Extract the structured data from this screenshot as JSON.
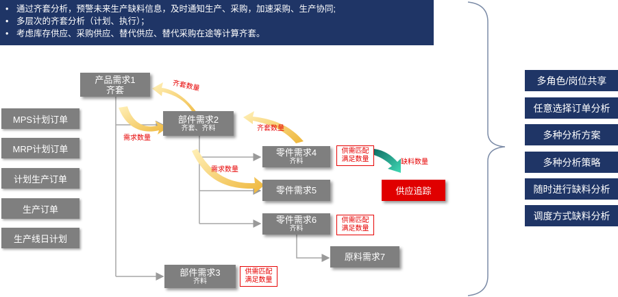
{
  "banner": {
    "bullet": "•",
    "lines": [
      "通过齐套分析，预警未来生产缺料信息，及时通知生产、采购，加速采购、生产协同;",
      "多层次的齐套分析（计划、执行）；",
      "考虑库存供应、采购供应、替代供应、替代采购在途等计算齐套。"
    ]
  },
  "left_items": [
    "MPS计划订单",
    "MRP计划订单",
    "计划生产订单",
    "生产订单",
    "生产线日计划"
  ],
  "right_items": [
    "多角色/岗位共享",
    "任意选择订单分析",
    "多种分析方案",
    "多种分析策略",
    "随时进行缺料分析",
    "调度方式缺料分析"
  ],
  "nodes": {
    "n1": {
      "title": "产品需求1",
      "sub": "齐套"
    },
    "n2": {
      "title": "部件需求2",
      "sub": "齐套、齐料"
    },
    "n3": {
      "title": "部件需求3",
      "sub": "齐料"
    },
    "n4": {
      "title": "零件需求4",
      "sub": "齐料"
    },
    "n5": {
      "title": "零件需求5"
    },
    "n6": {
      "title": "零件需求6",
      "sub": "齐料"
    },
    "n7": {
      "title": "原料需求7"
    }
  },
  "labels": {
    "kit_qty": "齐套数量",
    "demand_qty": "需求数量",
    "shortage_qty": "缺料数量",
    "match_line1": "供需匹配",
    "match_line2": "满足数量"
  },
  "supply_trace": "供应追踪",
  "colors": {
    "navy": "#1f3566",
    "node_gray": "#7f7f7f",
    "red": "#e00000",
    "arrow_gold": "#f2c14e",
    "arrow_teal": "#1fb89a"
  }
}
